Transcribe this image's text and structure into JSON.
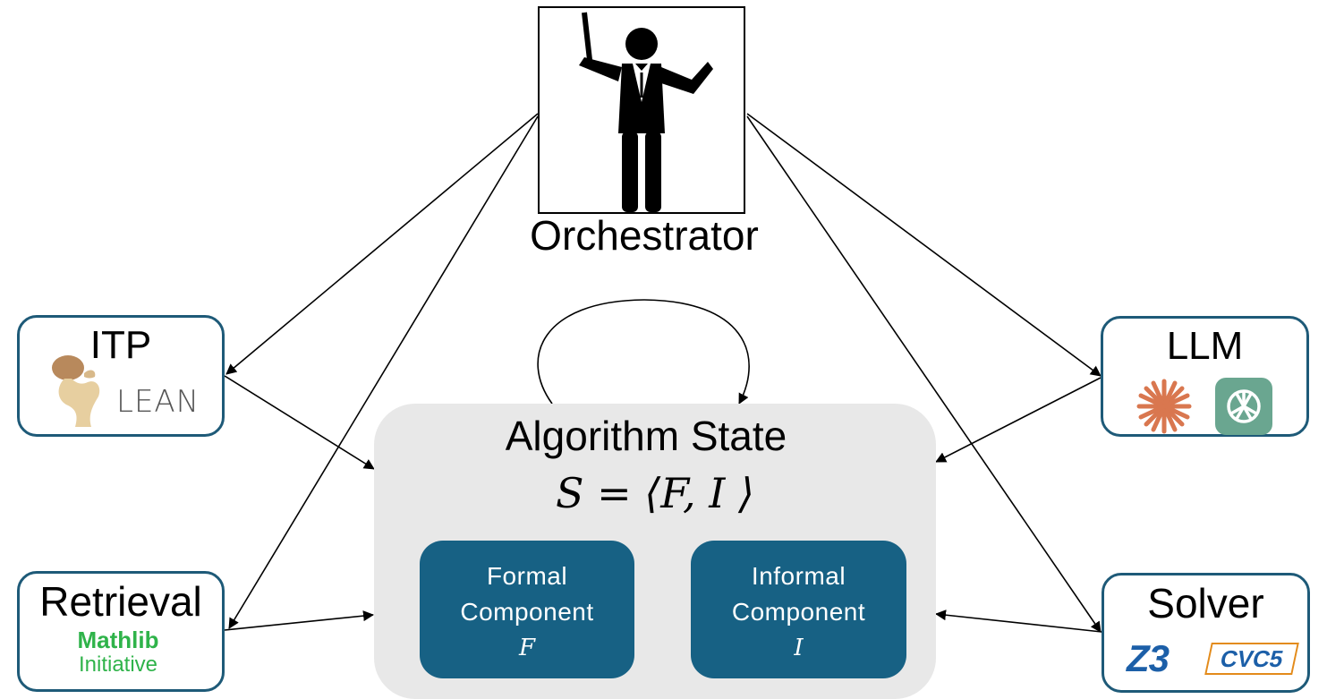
{
  "orchestrator": {
    "label": "Orchestrator",
    "icon": "conductor-icon"
  },
  "modules": {
    "itp": {
      "title": "ITP",
      "logos": [
        "rooster-icon",
        "lean-logo"
      ],
      "logo_text": "LEAN"
    },
    "llm": {
      "title": "LLM",
      "logos": [
        "anthropic-icon",
        "openai-icon"
      ]
    },
    "retrieval": {
      "title": "Retrieval",
      "logo_line1": "Mathlib",
      "logo_line2": "Initiative"
    },
    "solver": {
      "title": "Solver",
      "logo_z3": "Z3",
      "logo_cvc5": "CVC5"
    }
  },
  "state": {
    "title": "Algorithm State",
    "formula": "S  = ⟨F, I ⟩",
    "formal": {
      "line1": "Formal",
      "line2": "Component",
      "symbol": "F"
    },
    "informal": {
      "line1": "Informal",
      "line2": "Component",
      "symbol": "I"
    }
  },
  "colors": {
    "module_border": "#1e5a78",
    "component_fill": "#176184",
    "state_fill": "#e8e8e8",
    "mathlib": "#2fb34a",
    "z3": "#1c5fa8",
    "cvc5_border": "#e38b1b",
    "anthropic": "#d9774f",
    "openai": "#6aa690"
  }
}
